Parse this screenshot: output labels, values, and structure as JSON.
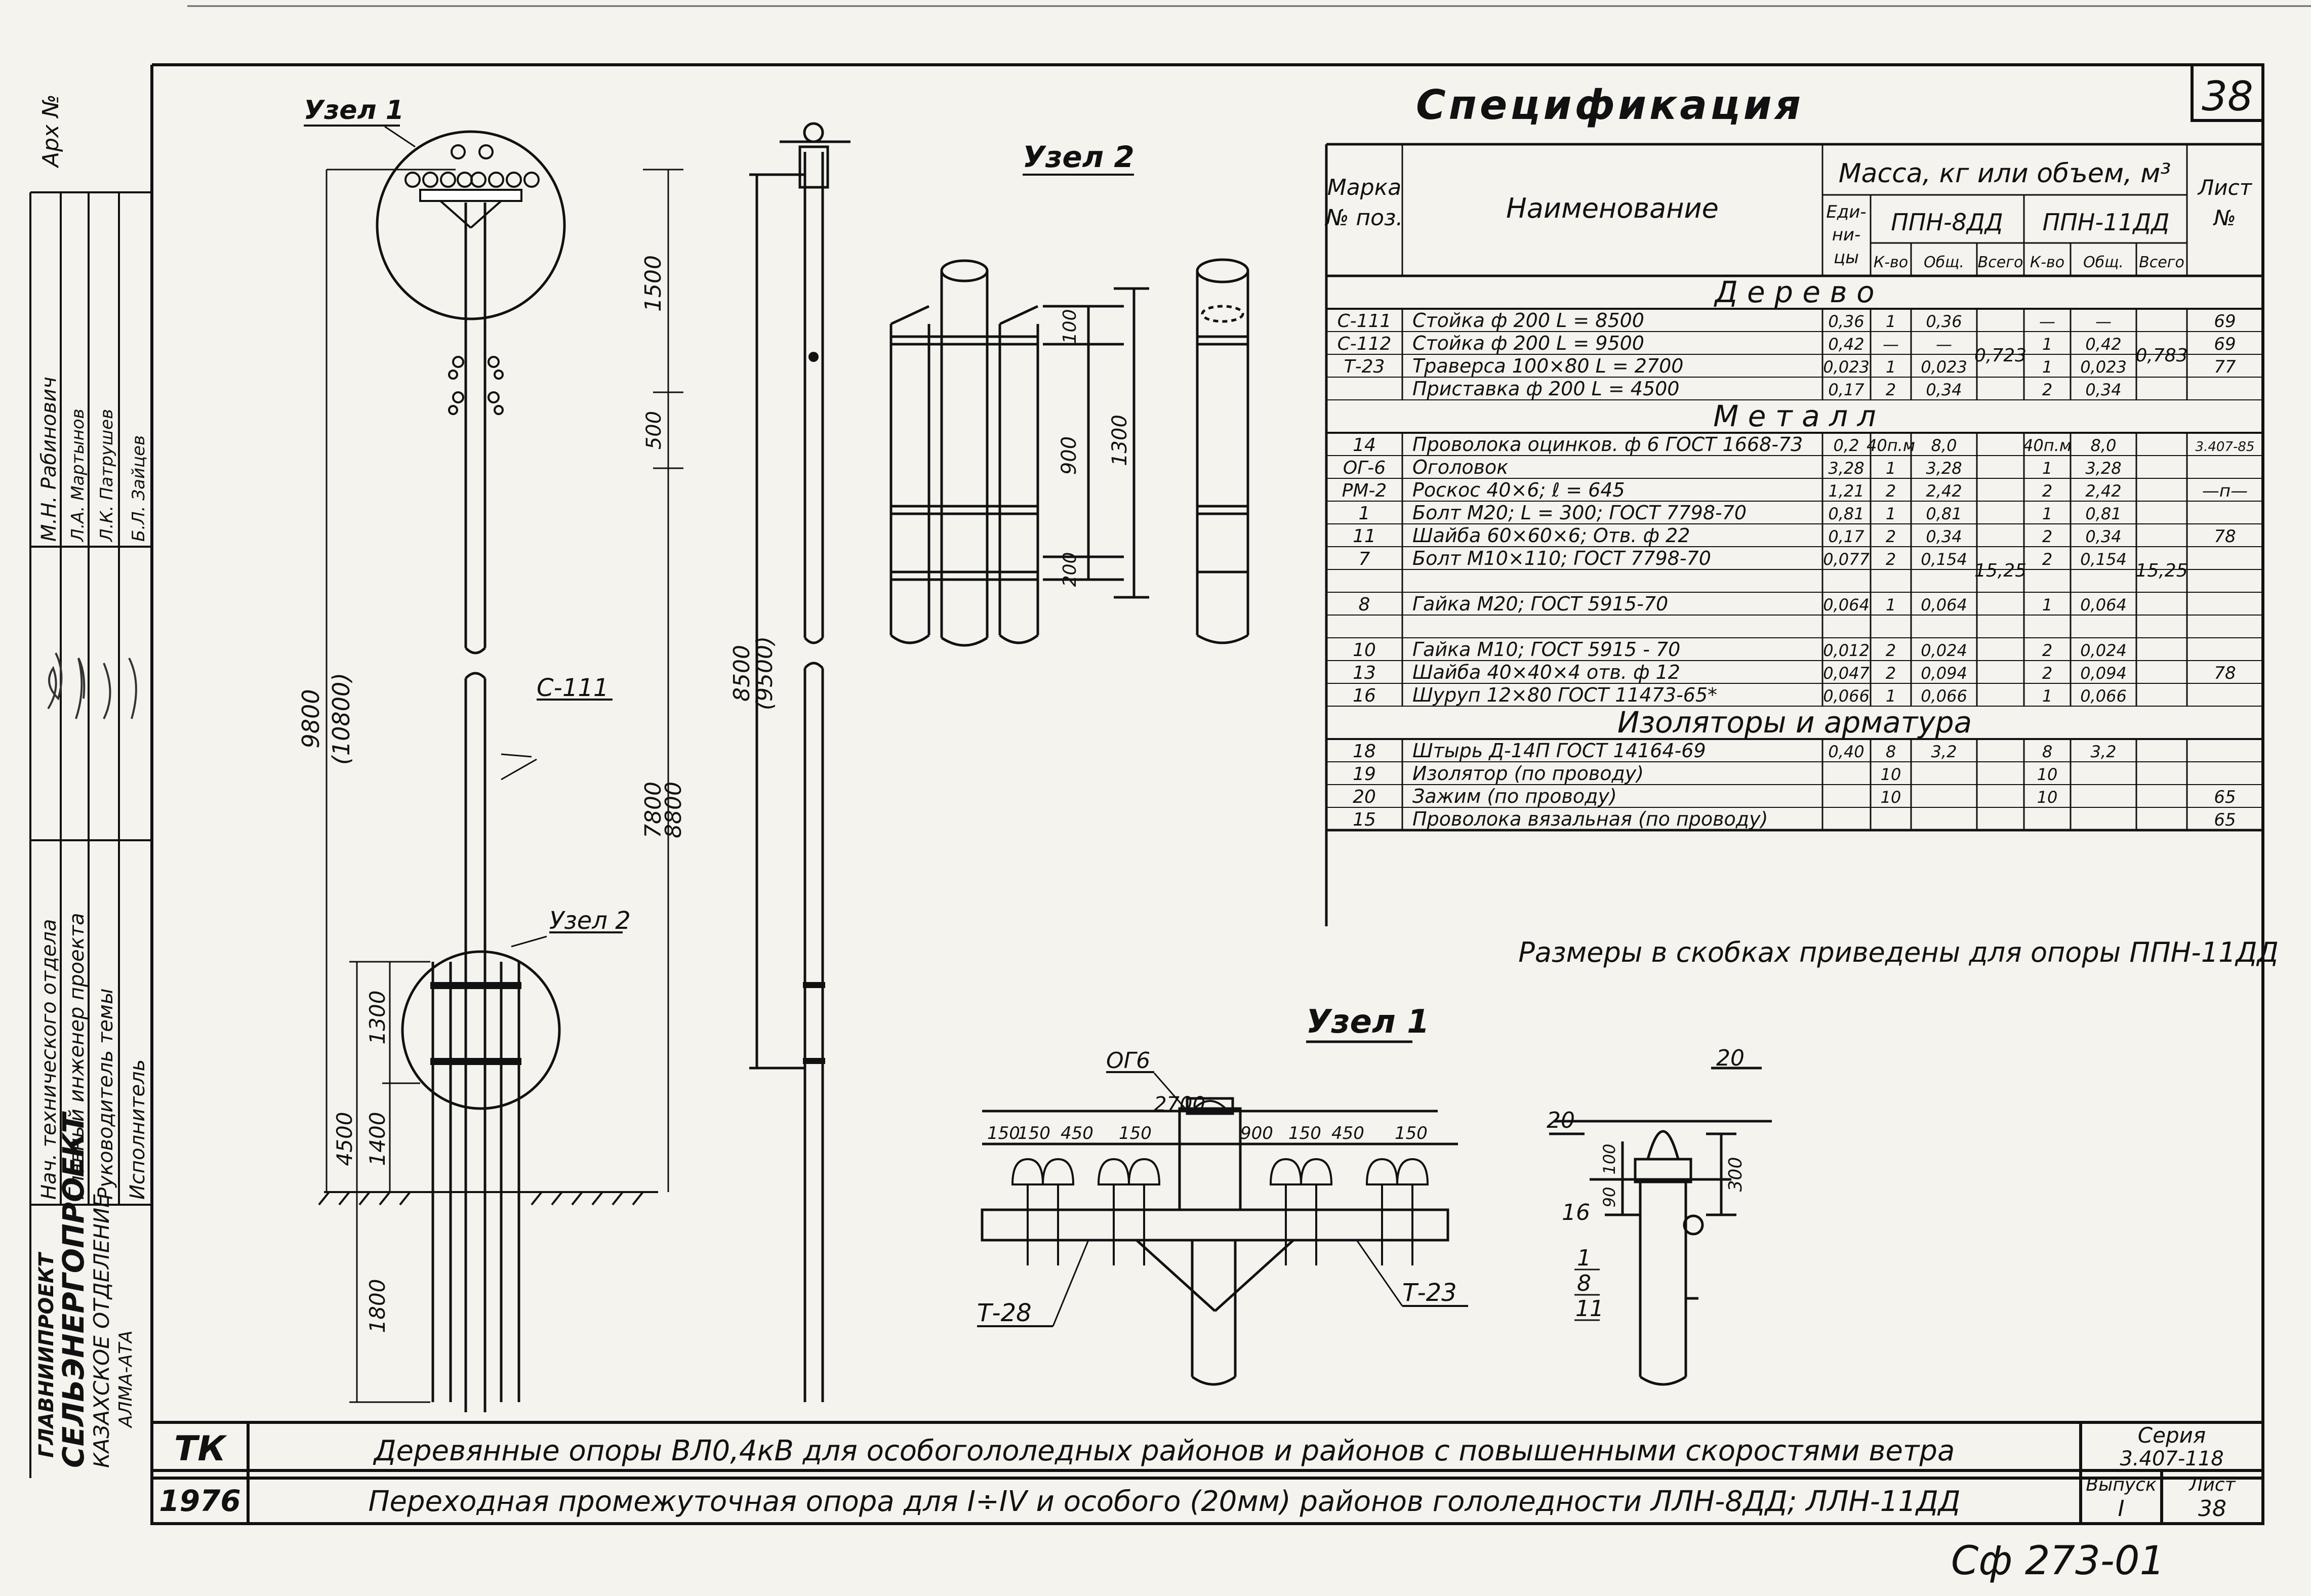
{
  "sheet_number": "38",
  "spec": {
    "title": "Спецификация",
    "headers": {
      "mark": "Марка",
      "pos": "№ поз.",
      "name": "Наименование",
      "mass": "Масса, кг или объем, м³",
      "sheet": "Лист",
      "sheet_no": "№",
      "unit_1": "Еди-",
      "unit_2": "ни-",
      "unit_3": "цы",
      "ppn8": "ППН-8ДД",
      "ppn11": "ППН-11ДД",
      "qty": "К-во",
      "total": "Общ.",
      "all": "Всего"
    },
    "sections": {
      "wood": "Д е р е в о",
      "metal": "М е т а л л",
      "insul": "Изоляторы и арматура"
    },
    "wood_rows": [
      {
        "mark": "С-111",
        "name": "Стойка  ф 200        L = 8500",
        "unit": "0,36",
        "q8": "1",
        "t8": "0,36",
        "q11": "—",
        "t11": "—",
        "sheet": "69"
      },
      {
        "mark": "С-112",
        "name": "Стойка  ф 200        L = 9500",
        "unit": "0,42",
        "q8": "—",
        "t8": "—",
        "q11": "1",
        "t11": "0,42",
        "sheet": "69"
      },
      {
        "mark": "Т-23",
        "name": "Траверса 100×80      L = 2700",
        "unit": "0,023",
        "q8": "1",
        "t8": "0,023",
        "q11": "1",
        "t11": "0,023",
        "sheet": "77"
      },
      {
        "mark": "",
        "name": "Приставка ф 200  L = 4500",
        "unit": "0,17",
        "q8": "2",
        "t8": "0,34",
        "q11": "2",
        "t11": "0,34",
        "sheet": ""
      }
    ],
    "wood_all8": "0,723",
    "wood_all11": "0,783",
    "metal_rows": [
      {
        "mark": "14",
        "name": "Проволока оцинков. ф 6 ГОСТ 1668-73",
        "unit": "0,2",
        "q8": "40п.м",
        "t8": "8,0",
        "q11": "40п.м",
        "t11": "8,0",
        "sheet": "3.407-85"
      },
      {
        "mark": "ОГ-6",
        "name": "Оголовок",
        "unit": "3,28",
        "q8": "1",
        "t8": "3,28",
        "q11": "1",
        "t11": "3,28",
        "sheet": ""
      },
      {
        "mark": "РМ-2",
        "name": "Роскос  40×6;   ℓ = 645",
        "unit": "1,21",
        "q8": "2",
        "t8": "2,42",
        "q11": "2",
        "t11": "2,42",
        "sheet": "—п—"
      },
      {
        "mark": "1",
        "name": "Болт М20;  L = 300; ГОСТ 7798-70",
        "unit": "0,81",
        "q8": "1",
        "t8": "0,81",
        "q11": "1",
        "t11": "0,81",
        "sheet": ""
      },
      {
        "mark": "11",
        "name": "Шайба 60×60×6;   Отв. ф 22",
        "unit": "0,17",
        "q8": "2",
        "t8": "0,34",
        "q11": "2",
        "t11": "0,34",
        "sheet": "78"
      },
      {
        "mark": "7",
        "name": "Болт М10×110; ГОСТ 7798-70",
        "unit": "0,077",
        "q8": "2",
        "t8": "0,154",
        "q11": "2",
        "t11": "0,154",
        "sheet": ""
      },
      {
        "mark": "",
        "name": "",
        "unit": "",
        "q8": "",
        "t8": "",
        "q11": "",
        "t11": "",
        "sheet": ""
      },
      {
        "mark": "8",
        "name": "Гайка М20; ГОСТ 5915-70",
        "unit": "0,064",
        "q8": "1",
        "t8": "0,064",
        "q11": "1",
        "t11": "0,064",
        "sheet": ""
      },
      {
        "mark": "",
        "name": "",
        "unit": "",
        "q8": "",
        "t8": "",
        "q11": "",
        "t11": "",
        "sheet": ""
      },
      {
        "mark": "10",
        "name": "Гайка М10; ГОСТ 5915 - 70",
        "unit": "0,012",
        "q8": "2",
        "t8": "0,024",
        "q11": "2",
        "t11": "0,024",
        "sheet": ""
      },
      {
        "mark": "13",
        "name": "Шайба 40×40×4  отв. ф 12",
        "unit": "0,047",
        "q8": "2",
        "t8": "0,094",
        "q11": "2",
        "t11": "0,094",
        "sheet": "78"
      },
      {
        "mark": "16",
        "name": "Шуруп 12×80  ГОСТ 11473-65*",
        "unit": "0,066",
        "q8": "1",
        "t8": "0,066",
        "q11": "1",
        "t11": "0,066",
        "sheet": ""
      }
    ],
    "metal_all8": "15,25",
    "metal_all11": "15,25",
    "insul_rows": [
      {
        "mark": "18",
        "name": "Штырь Д-14П ГОСТ 14164-69",
        "unit": "0,40",
        "q8": "8",
        "t8": "3,2",
        "q11": "8",
        "t11": "3,2",
        "sheet": ""
      },
      {
        "mark": "19",
        "name": "Изолятор (по проводу)",
        "unit": "",
        "q8": "10",
        "t8": "",
        "q11": "10",
        "t11": "",
        "sheet": ""
      },
      {
        "mark": "20",
        "name": "Зажим   (по проводу)",
        "unit": "",
        "q8": "10",
        "t8": "",
        "q11": "10",
        "t11": "",
        "sheet": "65"
      },
      {
        "mark": "15",
        "name": "Проволока вязальная (по проводу)",
        "unit": "",
        "q8": "",
        "t8": "",
        "q11": "",
        "t11": "",
        "sheet": "65"
      }
    ],
    "note": "Размеры в скобках приведены для опоры ППН-11ДД"
  },
  "drawing": {
    "uzel1": "Узел 1",
    "uzel2": "Узел 2",
    "dims": {
      "d1500": "1500",
      "d500": "500",
      "d9800": "9800",
      "d10800": "(10800)",
      "d7800": "7800",
      "d8800": "8800",
      "d1300": "1300",
      "d1400": "1400",
      "d4500": "4500",
      "d1800": "1800",
      "d8500": "8500",
      "d9500": "(9500)",
      "d100": "100",
      "d900": "900",
      "d1300b": "1300",
      "d200": "200",
      "d2700": "2700",
      "d150a": "150",
      "d150b": "150",
      "d450a": "450",
      "d150c": "150",
      "d900b": "900",
      "d150d": "150",
      "d450b": "450",
      "d150e": "150",
      "d100s": "100",
      "d90s": "90",
      "d300s": "300"
    },
    "labels": {
      "c111": "С-111",
      "og6": "ОГ6",
      "t28": "Т-28",
      "t23": "Т-23",
      "l20a": "20",
      "l20b": "20",
      "l16": "16",
      "l1": "1",
      "l8": "8",
      "l11": "11"
    }
  },
  "left_strip": {
    "arch": "Арх №",
    "roles": [
      "Нач. технического отдела",
      "Главный инженер проекта",
      "Руководитель темы",
      "Исполнитель"
    ],
    "names": [
      "М.Н. Рабинович",
      "Л.А. Мартынов",
      "Л.К. Патрушев",
      "Б.Л. Зайцев"
    ],
    "org1": "ГЛАВНИИПРОЕКТ",
    "org2": "СЕЛЬЭНЕРГОПРОЕКТ",
    "org3": "КАЗАХСКОЕ ОТДЕЛЕНИЕ",
    "org4": "АЛМА-АТА"
  },
  "title_block": {
    "tk": "ТК",
    "year": "1976",
    "line1": "Деревянные  опоры ВЛ0,4кВ  для  особогололедных  районов и районов  с  повышенными  скоростями  ветра",
    "line2": "Переходная    промежуточная    опора     для I÷IV  и особого (20мм) районов гололедности  ЛЛН-8ДД; ЛЛН-11ДД",
    "series_label": "Серия",
    "series": "3.407-118",
    "issue_label": "Выпуск",
    "issue": "I",
    "sheet_label": "Лист",
    "sheet": "38"
  },
  "stamp": "Сф 273-01"
}
